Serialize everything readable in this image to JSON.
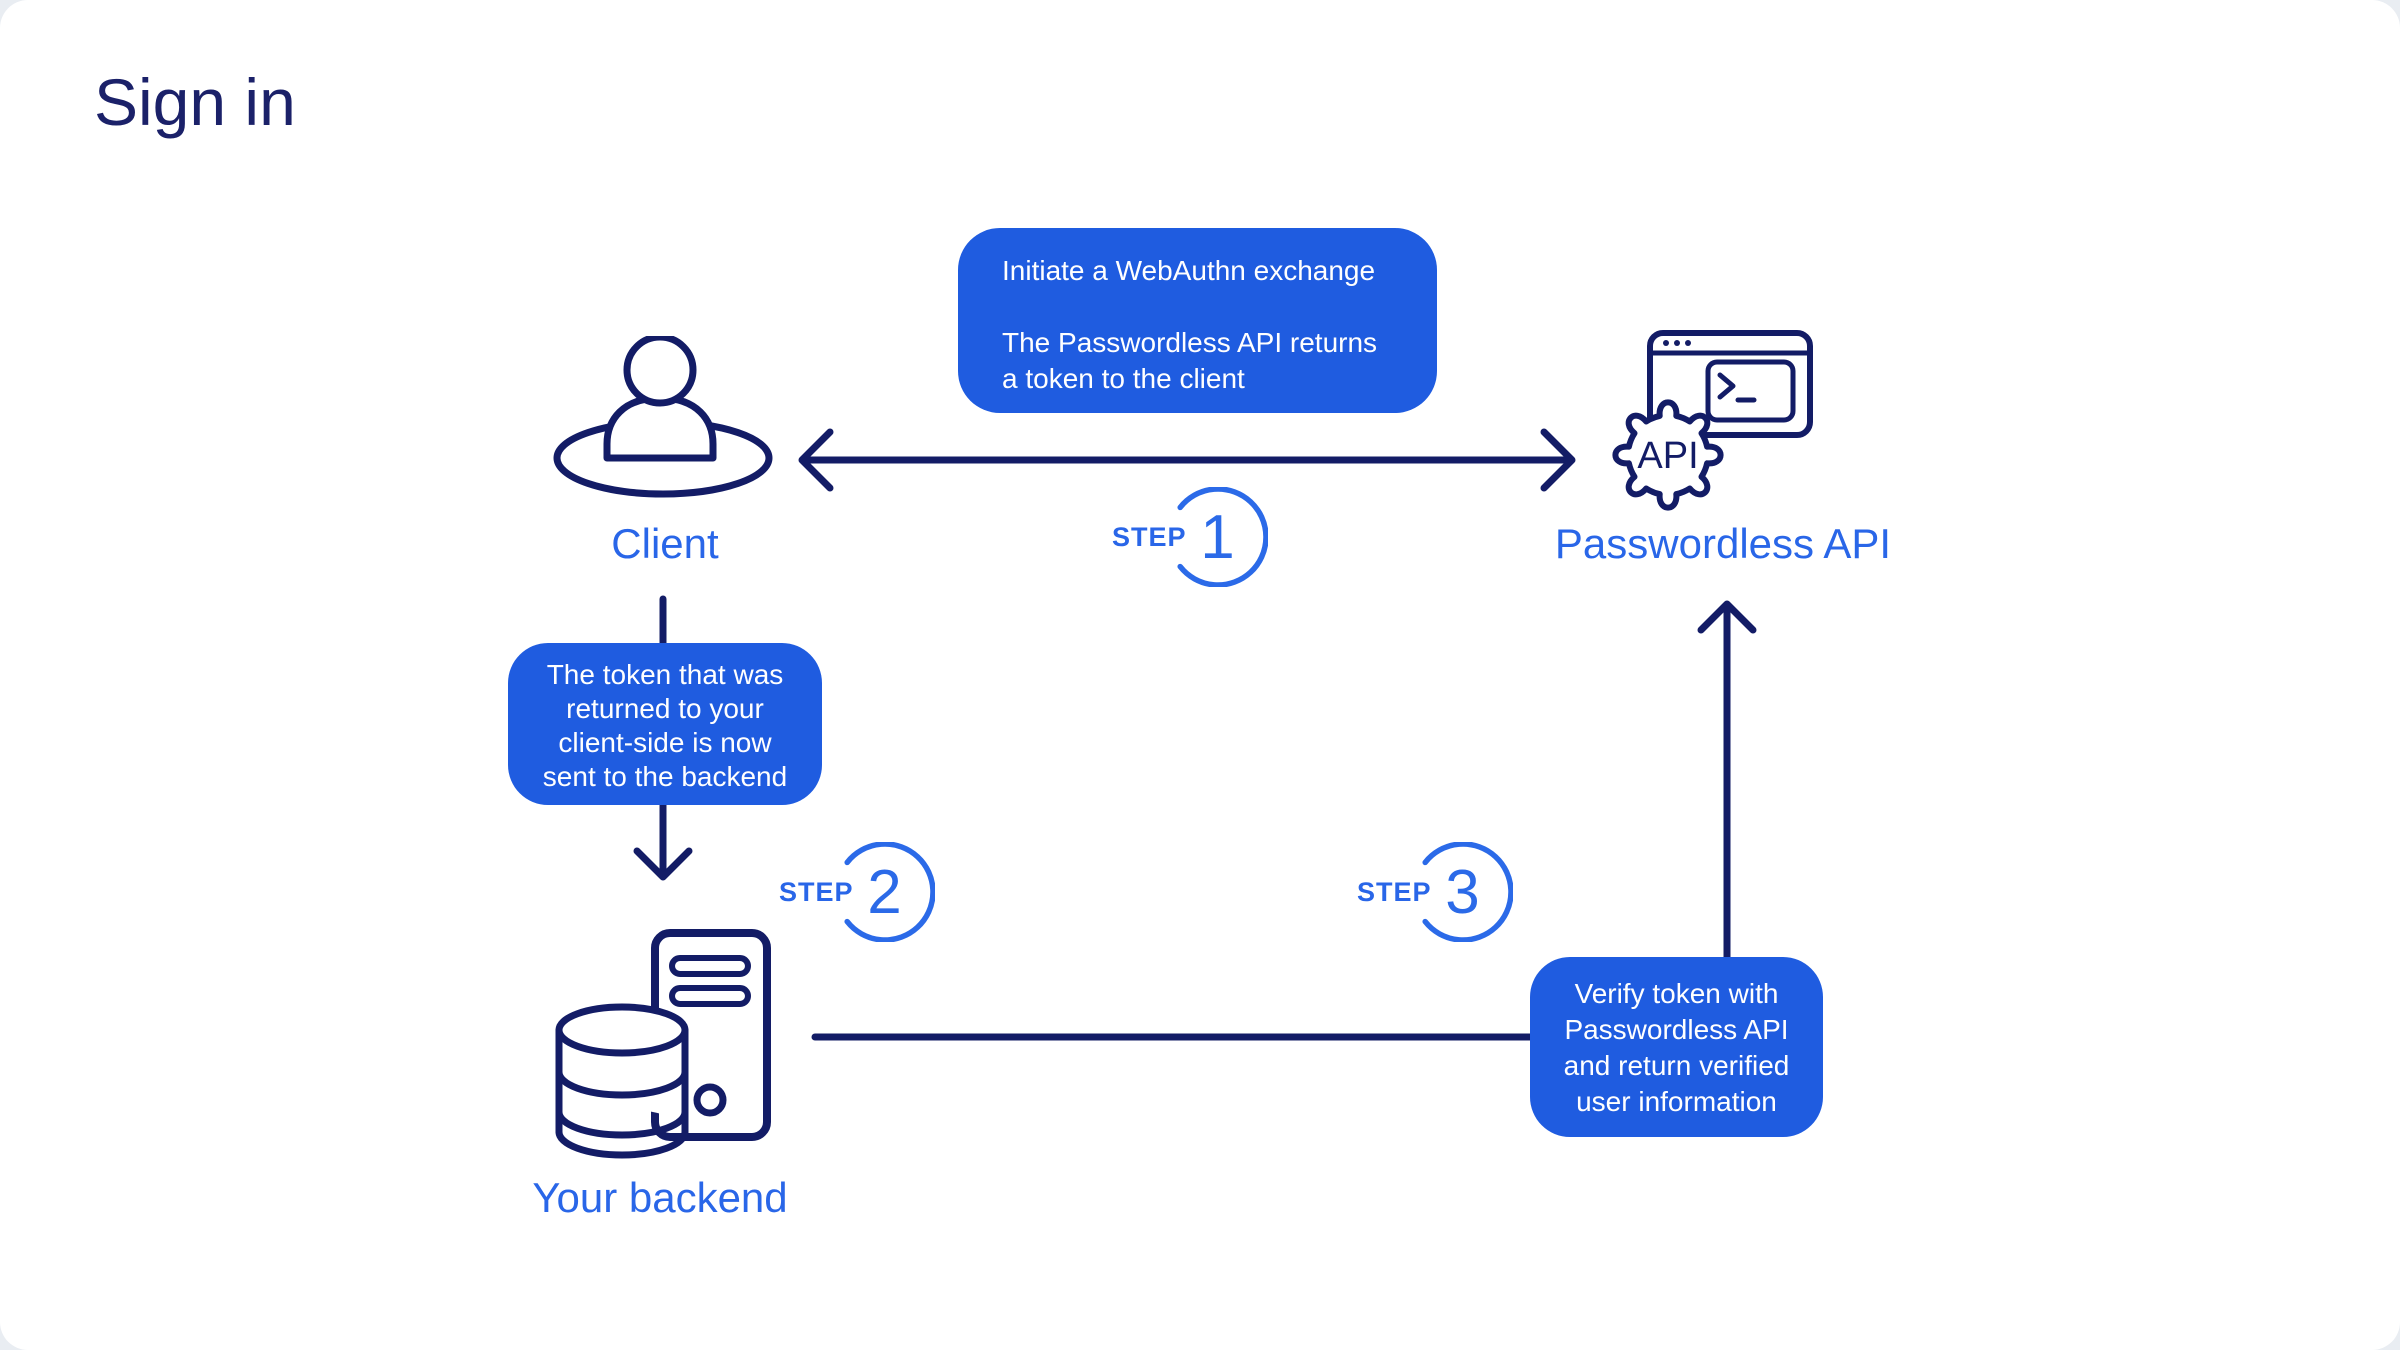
{
  "title": "Sign in",
  "colors": {
    "navy": "#131c66",
    "title_navy": "#1b2169",
    "accent_blue": "#1f5ce0",
    "label_blue": "#2966e8",
    "box_text": "#ffffff",
    "background": "#ffffff"
  },
  "nodes": {
    "client": {
      "label": "Client",
      "icon": "person-icon"
    },
    "api": {
      "label": "Passwordless API",
      "icon": "browser-terminal-gear-icon",
      "gear_text": "API"
    },
    "backend": {
      "label": "Your backend",
      "icon": "server-database-icon"
    }
  },
  "steps": {
    "step1": {
      "label": "STEP",
      "number": "1"
    },
    "step2": {
      "label": "STEP",
      "number": "2"
    },
    "step3": {
      "label": "STEP",
      "number": "3"
    }
  },
  "callouts": {
    "step1": {
      "paragraph1": "Initiate a WebAuthn exchange",
      "paragraph2_lines": [
        "The Passwordless API returns",
        "a token to the client"
      ]
    },
    "step2": {
      "lines": [
        "The token that was",
        "returned to your",
        "client-side is now",
        "sent to the backend"
      ]
    },
    "step3": {
      "lines": [
        "Verify token with",
        "Passwordless API",
        "and return verified",
        "user information"
      ]
    }
  }
}
